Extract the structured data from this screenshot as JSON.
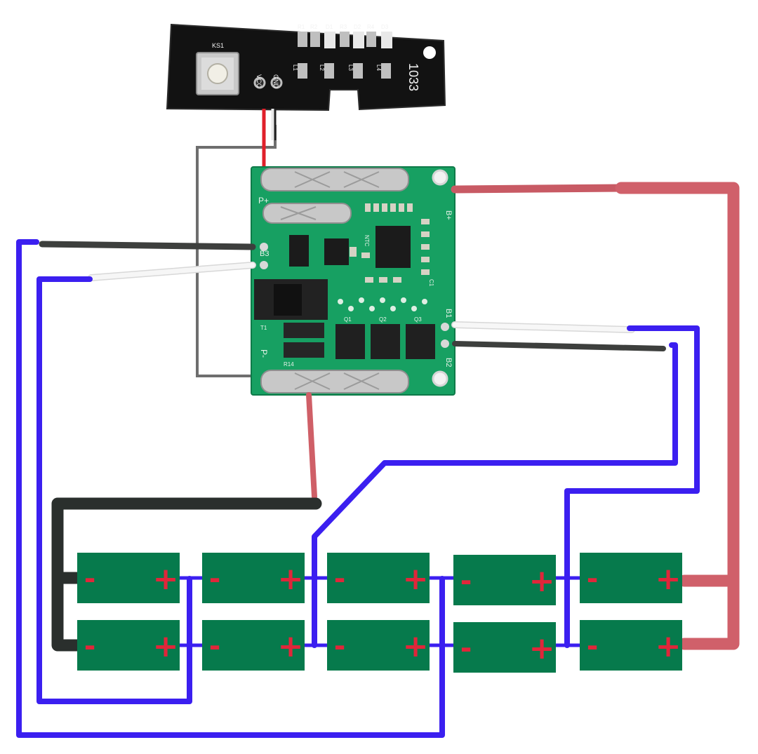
{
  "colors": {
    "blue_wire": "#3b1ff0",
    "red_wire": "#d0606a",
    "black_wire": "#2a2f2d",
    "cell_fill": "#067a4c",
    "cell_mark": "#e0263a",
    "bms_board": "#17a062",
    "led_board": "#121212"
  },
  "led_board": {
    "switch_label": "KS1",
    "pin_vcc": "VCC",
    "pin_gnd": "GND",
    "code": "1033",
    "parts": [
      "R1",
      "R2",
      "D1",
      "R3",
      "D2",
      "R4",
      "D3"
    ],
    "leds": [
      "L1",
      "L2",
      "L3",
      "L4"
    ]
  },
  "bms_board": {
    "p_plus": "P+",
    "p_minus": "P-",
    "b_plus": "B+",
    "b3": "B3",
    "b1": "B1",
    "b2": "B2",
    "r14": "R14",
    "ntc": "NTC",
    "t1": "T1",
    "q_labels": [
      "Q1",
      "Q2",
      "Q3"
    ],
    "c1": "C1"
  },
  "cells": {
    "minus_sign": "-",
    "plus_sign": "+",
    "rows": [
      [
        {
          "id": "r1c1"
        },
        {
          "id": "r1c2"
        },
        {
          "id": "r1c3"
        },
        {
          "id": "r1c4"
        },
        {
          "id": "r1c5"
        }
      ],
      [
        {
          "id": "r2c1"
        },
        {
          "id": "r2c2"
        },
        {
          "id": "r2c3"
        },
        {
          "id": "r2c4"
        },
        {
          "id": "r2c5"
        }
      ]
    ]
  }
}
